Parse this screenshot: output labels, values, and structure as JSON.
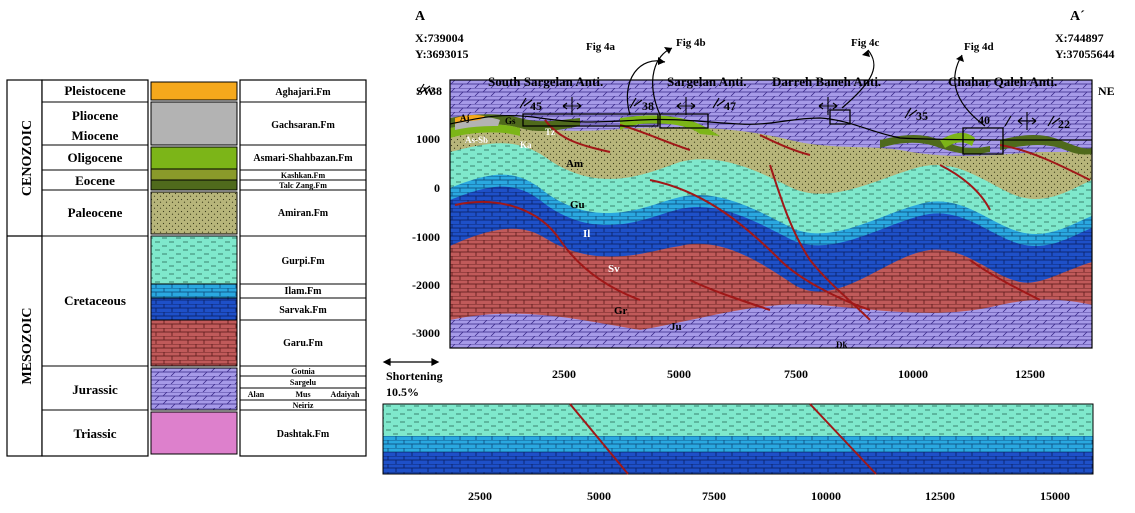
{
  "column": {
    "eras": [
      {
        "key": "cenozoic",
        "name": "CENOZOIC"
      },
      {
        "key": "mesozoic",
        "name": "MESOZOIC"
      }
    ],
    "periods": [
      "Pleistocene",
      "Pliocene",
      "Miocene",
      "Oligocene",
      "Eocene",
      "Paleocene",
      "Cretaceous",
      "Jurassic",
      "Triassic"
    ],
    "formations": [
      "Aghajari.Fm",
      "Gachsaran.Fm",
      "Asmari-Shahbazan.Fm",
      "Kashkan.Fm",
      "Talc Zang.Fm",
      "Amiran.Fm",
      "Gurpi.Fm",
      "Ilam.Fm",
      "Sarvak.Fm",
      "Garu.Fm",
      "Gotnia",
      "Sargelu",
      "Alan",
      "Mus",
      "Adaiyah",
      "Neiriz",
      "Dashtak.Fm"
    ]
  },
  "section": {
    "start": {
      "label": "A",
      "x": "X:739004",
      "y": "Y:3693015",
      "dir": "SW"
    },
    "end": {
      "label": "A´",
      "x": "X:744897",
      "y": "Y:37055644",
      "dir": "NE"
    },
    "anticlines": [
      "South Sargelan Anti.",
      "Sargelan Anti.",
      "Darreh Baneh Anti.",
      "Chahar Qaleh Anti."
    ],
    "figs": [
      "Fig 4a",
      "Fig 4b",
      "Fig 4c",
      "Fig 4d"
    ],
    "dips": [
      "38",
      "45",
      "38",
      "47",
      "35",
      "40",
      "22"
    ],
    "unit_labels": [
      "Aj",
      "Gs",
      "As-Sb",
      "Ka",
      "Tz",
      "Am",
      "Gu",
      "Il",
      "Sv",
      "Gr",
      "Ju",
      "Dk"
    ],
    "depth_ticks": [
      "1000",
      "0",
      "-1000",
      "-2000",
      "-3000"
    ],
    "x_ticks": [
      "2500",
      "5000",
      "7500",
      "10000",
      "12500"
    ],
    "shortening_label": "Shortening",
    "shortening_value": "10.5%"
  },
  "restored": {
    "x_ticks": [
      "2500",
      "5000",
      "7500",
      "10000",
      "12500",
      "15000"
    ]
  },
  "colors": {
    "aghajari": "#f5a81c",
    "gachsaran": "#b3b3b3",
    "asmari": "#7cb518",
    "kashkan": "#8a9a2a",
    "talc": "#4f6a1c",
    "amiran": "#b7b57a",
    "gurpi": "#7fe8cc",
    "ilam": "#2aa8e0",
    "sarvak": "#1e50c8",
    "garu": "#c05a5a",
    "jurassic": "#a69ae8",
    "dashtak": "#dd80cc",
    "fault": "#a01818"
  }
}
